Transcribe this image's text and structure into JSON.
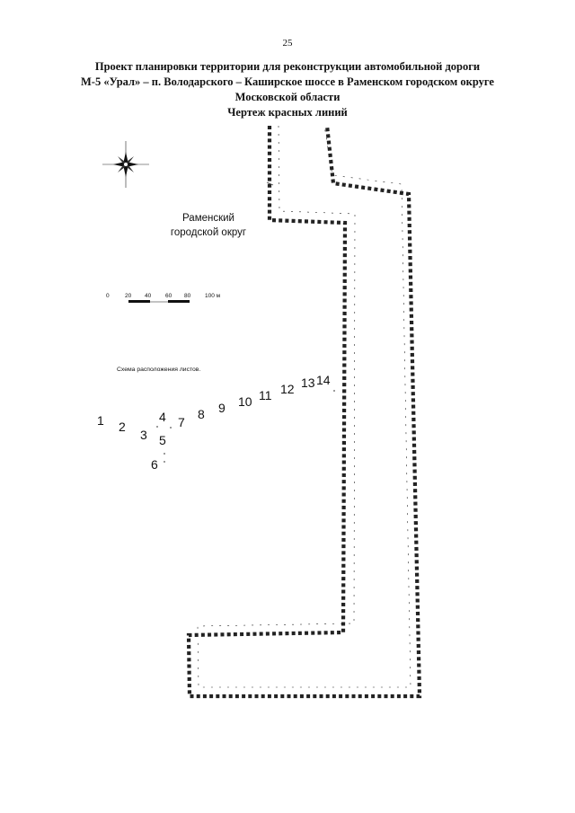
{
  "page_number": "25",
  "title": {
    "line1": "Проект планировки территории для реконструкции автомобильной дороги",
    "line2": "М-5 «Урал» – п. Володарского – Каширское шоссе в Раменском городском округе",
    "line3": "Московской области",
    "line4": "Чертеж красных линий"
  },
  "region_label": {
    "line1": "Раменский",
    "line2": "городской округ"
  },
  "scale_bar": {
    "labels": [
      "0",
      "20",
      "40",
      "60",
      "80",
      "100 м"
    ]
  },
  "sheet_scheme": {
    "label": "Схема расположения листов.",
    "sheets": [
      "1",
      "2",
      "3",
      "4",
      "5",
      "6",
      "7",
      "8",
      "9",
      "10",
      "11",
      "12",
      "13",
      "14"
    ]
  },
  "icons": {
    "north_arrow": "compass-rose-icon"
  }
}
